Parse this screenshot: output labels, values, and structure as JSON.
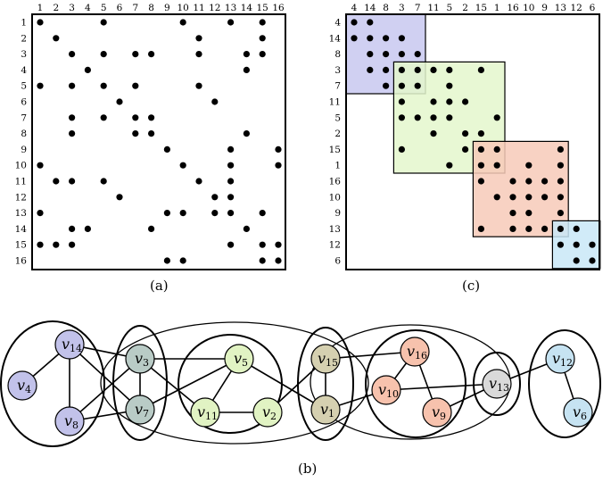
{
  "captions": {
    "a": "(a)",
    "b": "(b)",
    "c": "(c)"
  },
  "colors": {
    "purple": "#c2c2ea",
    "teal": "#b9cbc6",
    "green": "#e1f3c3",
    "olive": "#d5d0b0",
    "orange": "#f7c2ad",
    "gray": "#d9d9d9",
    "blue": "#c6e3f2",
    "block_purple": "#c8c8f0",
    "block_green": "#e4f7cc",
    "block_orange": "#f7cab8",
    "block_blue": "#c9e8f7"
  },
  "matrix_a": {
    "labels": [
      "1",
      "2",
      "3",
      "4",
      "5",
      "6",
      "7",
      "8",
      "9",
      "10",
      "11",
      "12",
      "13",
      "14",
      "15",
      "16"
    ],
    "rows": [
      [
        1,
        5,
        10,
        13,
        15
      ],
      [
        2,
        11,
        15
      ],
      [
        3,
        5,
        7,
        8,
        11,
        14,
        15
      ],
      [
        4,
        14
      ],
      [
        1,
        3,
        5,
        7,
        11
      ],
      [
        6,
        12
      ],
      [
        3,
        5,
        7,
        8
      ],
      [
        3,
        7,
        8,
        14
      ],
      [
        9,
        13,
        16
      ],
      [
        1,
        10,
        13,
        16
      ],
      [
        2,
        3,
        5,
        11,
        13
      ],
      [
        6,
        12,
        13
      ],
      [
        1,
        9,
        10,
        12,
        13,
        15
      ],
      [
        3,
        4,
        8,
        14
      ],
      [
        1,
        2,
        3,
        13,
        15,
        16
      ],
      [
        9,
        10,
        15,
        16
      ]
    ]
  },
  "matrix_c": {
    "labels": [
      "4",
      "14",
      "8",
      "3",
      "7",
      "11",
      "5",
      "2",
      "15",
      "1",
      "16",
      "10",
      "9",
      "13",
      "12",
      "6"
    ],
    "rows": [
      [
        "4",
        "14"
      ],
      [
        "4",
        "14",
        "8",
        "3"
      ],
      [
        "14",
        "8",
        "3",
        "7"
      ],
      [
        "14",
        "8",
        "3",
        "7",
        "11",
        "5",
        "15"
      ],
      [
        "8",
        "3",
        "7",
        "5"
      ],
      [
        "3",
        "11",
        "5",
        "2"
      ],
      [
        "3",
        "7",
        "11",
        "5",
        "1"
      ],
      [
        "11",
        "2",
        "15"
      ],
      [
        "3",
        "2",
        "15",
        "1",
        "13"
      ],
      [
        "5",
        "15",
        "1",
        "10",
        "13"
      ],
      [
        "15",
        "16",
        "10",
        "9",
        "13"
      ],
      [
        "1",
        "16",
        "10",
        "9",
        "13"
      ],
      [
        "16",
        "10",
        "13"
      ],
      [
        "15",
        "16",
        "10",
        "9",
        "13",
        "12"
      ],
      [
        "13",
        "12",
        "6"
      ],
      [
        "12",
        "6"
      ]
    ],
    "blocks": [
      {
        "labels": [
          "4",
          "14",
          "8",
          "3",
          "7"
        ],
        "color": "block_purple"
      },
      {
        "labels": [
          "3",
          "7",
          "11",
          "5",
          "2",
          "15",
          "1"
        ],
        "color": "block_green"
      },
      {
        "labels": [
          "15",
          "1",
          "16",
          "10",
          "9",
          "13"
        ],
        "color": "block_orange"
      },
      {
        "labels": [
          "13",
          "12",
          "6"
        ],
        "color": "block_blue"
      }
    ]
  },
  "graph": {
    "nodes": [
      {
        "id": "14",
        "color": "purple"
      },
      {
        "id": "4",
        "color": "purple"
      },
      {
        "id": "8",
        "color": "purple"
      },
      {
        "id": "3",
        "color": "teal"
      },
      {
        "id": "7",
        "color": "teal"
      },
      {
        "id": "5",
        "color": "green"
      },
      {
        "id": "11",
        "color": "green"
      },
      {
        "id": "2",
        "color": "green"
      },
      {
        "id": "15",
        "color": "olive"
      },
      {
        "id": "1",
        "color": "olive"
      },
      {
        "id": "16",
        "color": "orange"
      },
      {
        "id": "10",
        "color": "orange"
      },
      {
        "id": "9",
        "color": "orange"
      },
      {
        "id": "13",
        "color": "gray"
      },
      {
        "id": "12",
        "color": "blue"
      },
      {
        "id": "6",
        "color": "blue"
      }
    ],
    "edges": [
      [
        "14",
        "4"
      ],
      [
        "14",
        "8"
      ],
      [
        "14",
        "3"
      ],
      [
        "14",
        "7"
      ],
      [
        "8",
        "3"
      ],
      [
        "8",
        "7"
      ],
      [
        "3",
        "7"
      ],
      [
        "3",
        "5"
      ],
      [
        "3",
        "11"
      ],
      [
        "7",
        "5"
      ],
      [
        "5",
        "11"
      ],
      [
        "5",
        "1"
      ],
      [
        "11",
        "2"
      ],
      [
        "2",
        "15"
      ],
      [
        "15",
        "1"
      ],
      [
        "15",
        "16"
      ],
      [
        "1",
        "10"
      ],
      [
        "16",
        "10"
      ],
      [
        "16",
        "9"
      ],
      [
        "10",
        "13"
      ],
      [
        "9",
        "13"
      ],
      [
        "13",
        "12"
      ],
      [
        "12",
        "6"
      ]
    ]
  }
}
